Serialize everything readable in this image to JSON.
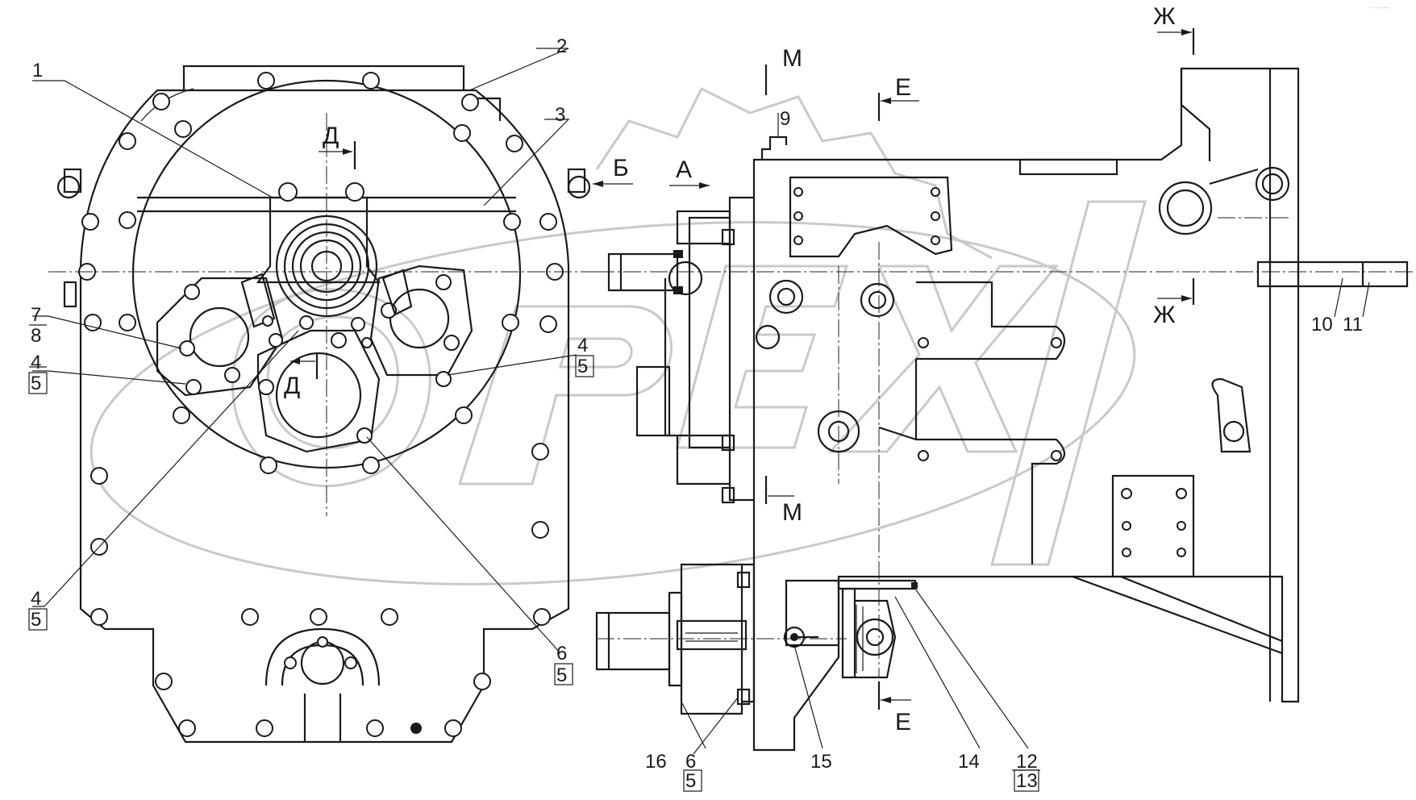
{
  "drawing": {
    "corner_mark": "- -- ----",
    "watermark_text": "OPEX",
    "callouts": [
      {
        "id": "c1",
        "text": "1"
      },
      {
        "id": "c2",
        "text": "2"
      },
      {
        "id": "c3",
        "text": "3"
      },
      {
        "id": "c7",
        "text": "7"
      },
      {
        "id": "c8",
        "text": "8"
      },
      {
        "id": "c4a",
        "text": "4"
      },
      {
        "id": "c5a",
        "text": "5"
      },
      {
        "id": "c4b",
        "text": "4"
      },
      {
        "id": "c5b",
        "text": "5"
      },
      {
        "id": "c4c",
        "text": "4"
      },
      {
        "id": "c5c",
        "text": "5"
      },
      {
        "id": "c6a",
        "text": "6"
      },
      {
        "id": "c5d",
        "text": "5"
      },
      {
        "id": "c9",
        "text": "9"
      },
      {
        "id": "c10",
        "text": "10"
      },
      {
        "id": "c11",
        "text": "11"
      },
      {
        "id": "c12",
        "text": "12"
      },
      {
        "id": "c13",
        "text": "13"
      },
      {
        "id": "c14",
        "text": "14"
      },
      {
        "id": "c15",
        "text": "15"
      },
      {
        "id": "c16",
        "text": "16"
      },
      {
        "id": "c6b",
        "text": "6"
      },
      {
        "id": "c5e",
        "text": "5"
      }
    ],
    "sections": [
      {
        "id": "sD1",
        "text": "Д"
      },
      {
        "id": "sD2",
        "text": "Д"
      },
      {
        "id": "sB",
        "text": "Б"
      },
      {
        "id": "sA",
        "text": "А"
      },
      {
        "id": "sM1",
        "text": "М"
      },
      {
        "id": "sM2",
        "text": "М"
      },
      {
        "id": "sE1",
        "text": "Е"
      },
      {
        "id": "sE2",
        "text": "Е"
      },
      {
        "id": "sZ1",
        "text": "Ж"
      },
      {
        "id": "sZ2",
        "text": "Ж"
      }
    ]
  }
}
